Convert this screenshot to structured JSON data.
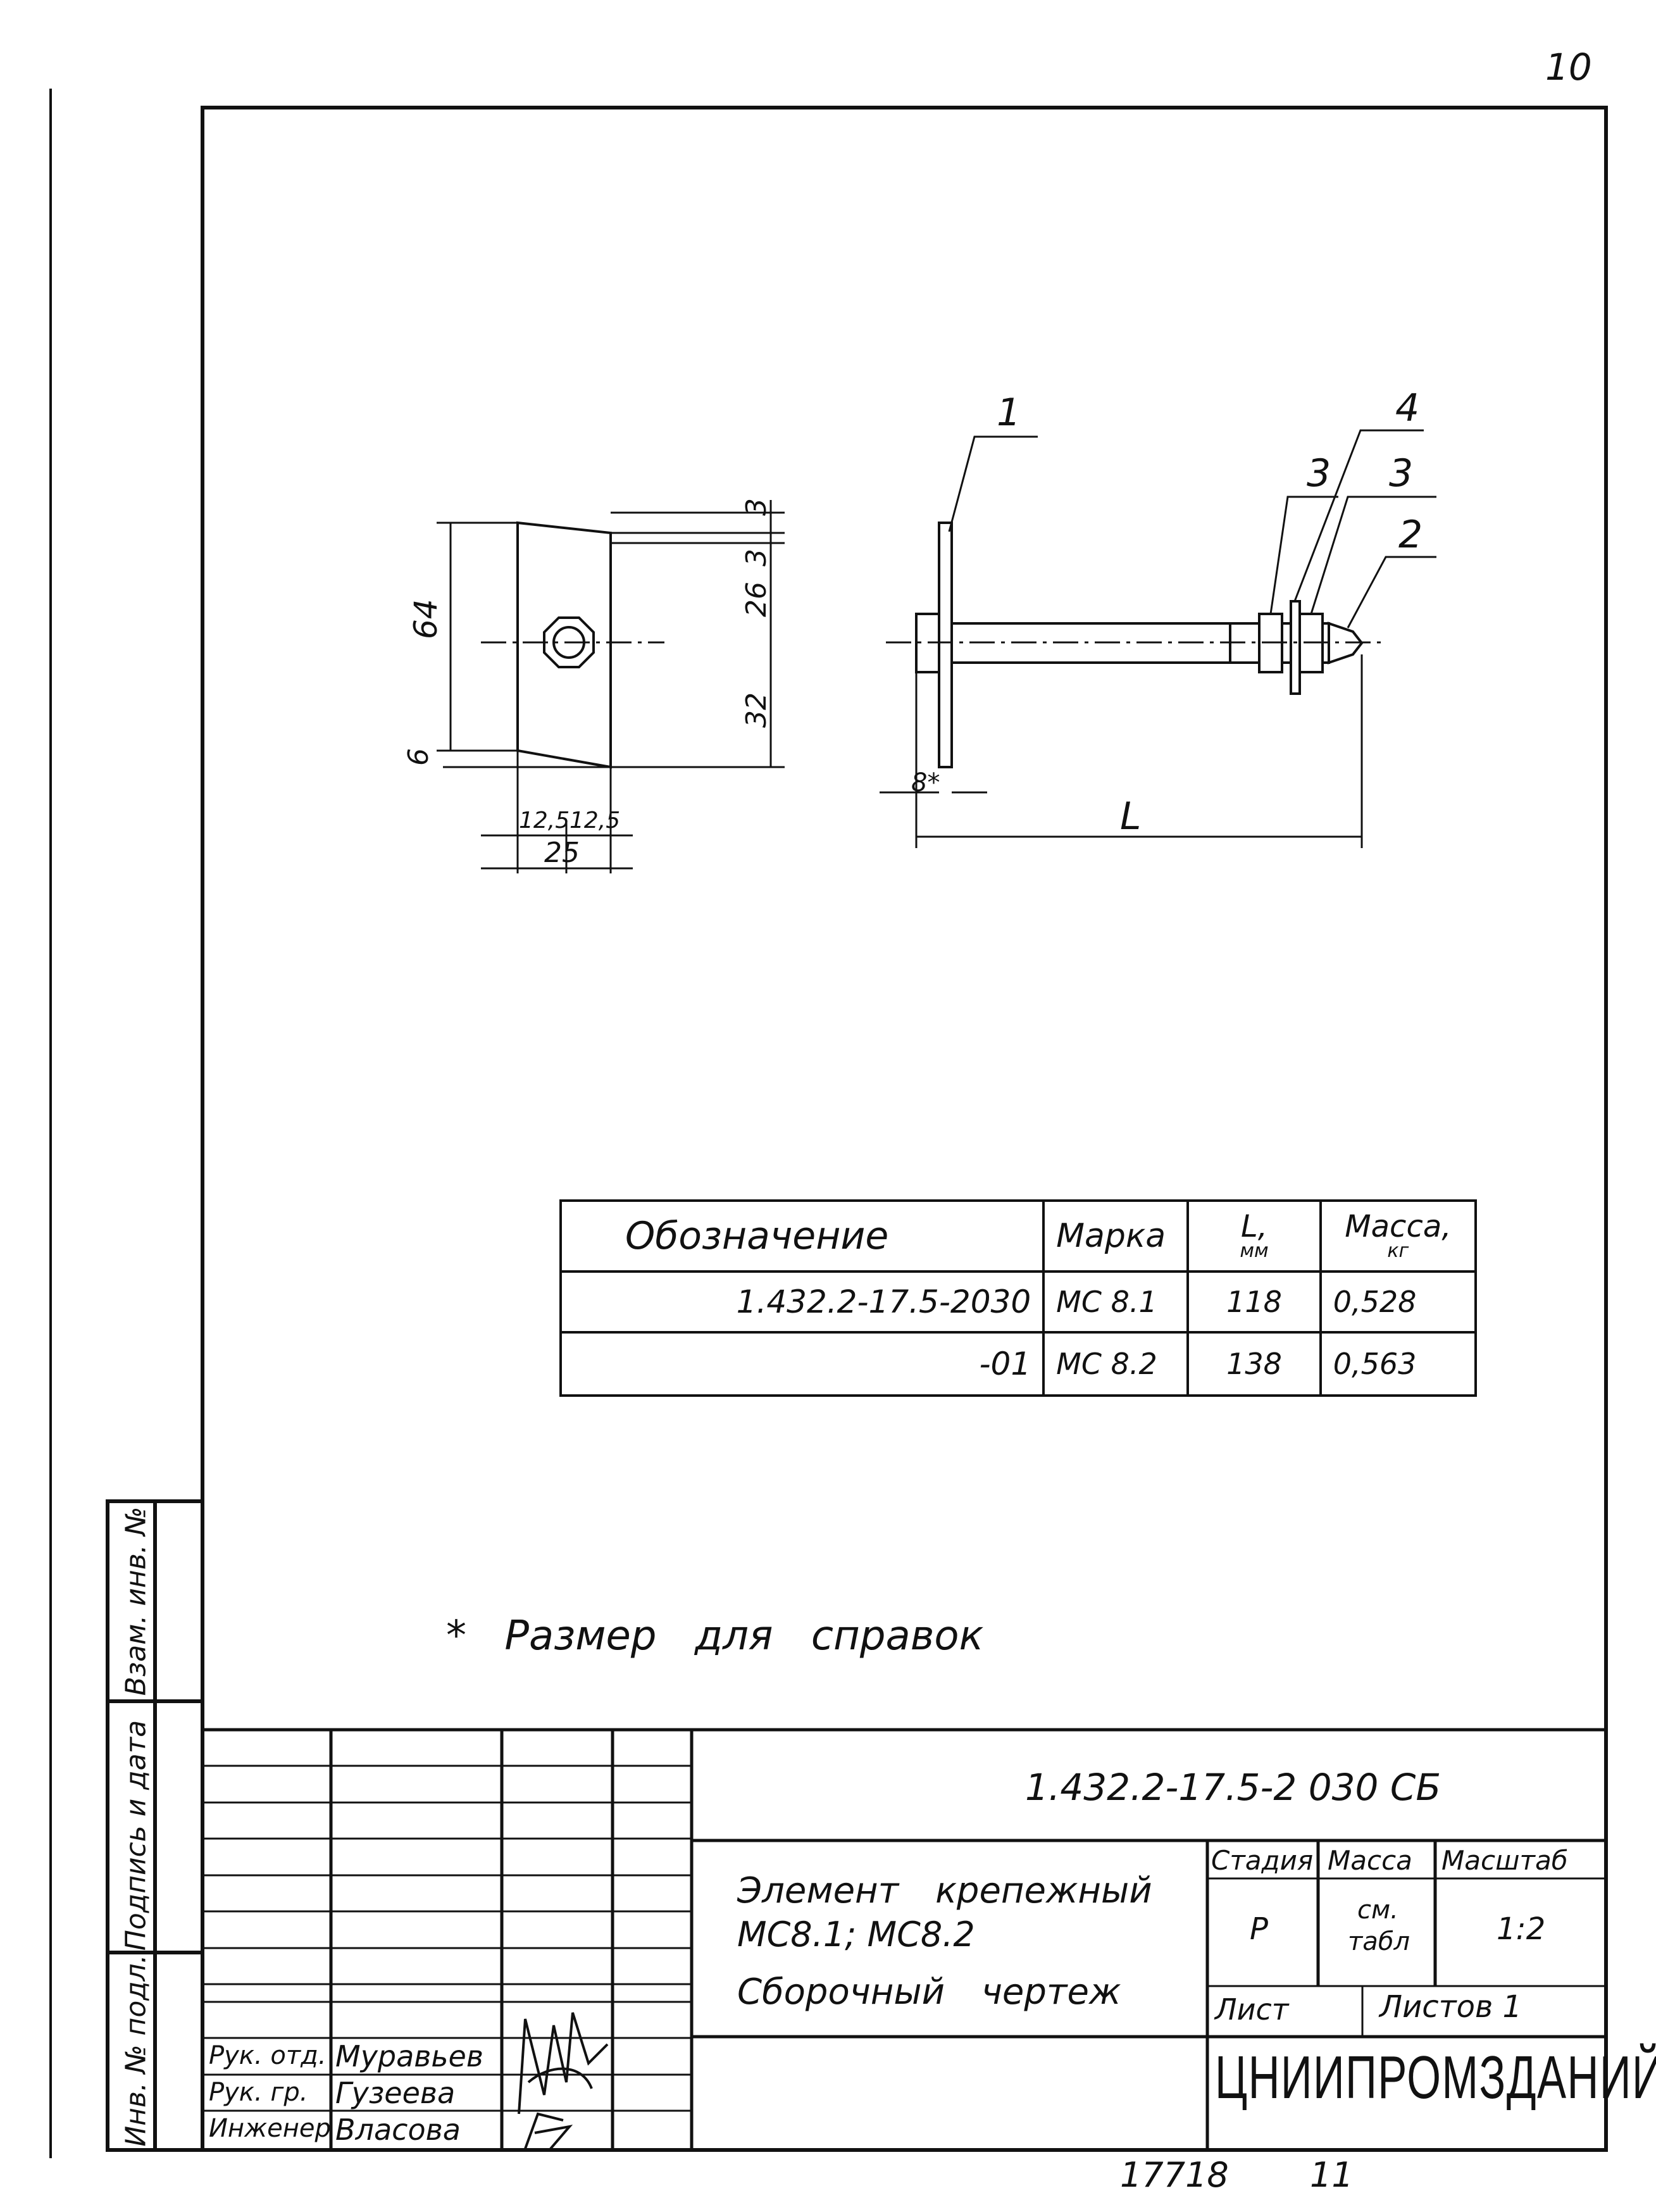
{
  "page_number": "10",
  "drawing": {
    "callouts": [
      "1",
      "4",
      "3",
      "3",
      "2"
    ],
    "dims": {
      "height": "64",
      "top": "3",
      "upper": "26",
      "mid": "3",
      "lower": "32",
      "bottom": "6",
      "half_left": "12,5",
      "half_right": "12,5",
      "width": "25",
      "thickness": "8*",
      "length": "L"
    }
  },
  "spec_table": {
    "headers": {
      "designation": "Обозначение",
      "mark": "Марка",
      "length_top": "L,",
      "length_unit": "мм",
      "mass_top": "Масса,",
      "mass_unit": "кг"
    },
    "rows": [
      {
        "designation": "1.432.2-17.5-2030",
        "mark": "МС 8.1",
        "length": "118",
        "mass": "0,528"
      },
      {
        "designation": "-01",
        "mark": "МС 8.2",
        "length": "138",
        "mass": "0,563"
      }
    ]
  },
  "note": "* Размер для справок",
  "side_stamp": {
    "top": "Взам. инв. №",
    "middle": "Подпись и дата",
    "bottom": "Инв. № подл."
  },
  "title_block": {
    "code": "1.432.2-17.5-2 030 СБ",
    "title_line1": "Элемент крепежный",
    "title_line2": "МС8.1; МС8.2",
    "title_line3": "Сборочный чертеж",
    "headers": {
      "stage": "Стадия",
      "mass": "Масса",
      "scale": "Масштаб"
    },
    "values": {
      "stage": "Р",
      "mass_line1": "см.",
      "mass_line2": "табл",
      "scale": "1:2"
    },
    "sheet_label": "Лист",
    "sheets_label": "Листов 1",
    "organization": "ЦНИИПРОМЗДАНИЙ",
    "staff": [
      {
        "role": "Рук. отд.",
        "name": "Муравьев"
      },
      {
        "role": "Рук. гр.",
        "name": "Гузеева"
      },
      {
        "role": "Инженер",
        "name": "Власова"
      }
    ]
  },
  "footer": {
    "inv": "17718",
    "sheet": "11"
  }
}
